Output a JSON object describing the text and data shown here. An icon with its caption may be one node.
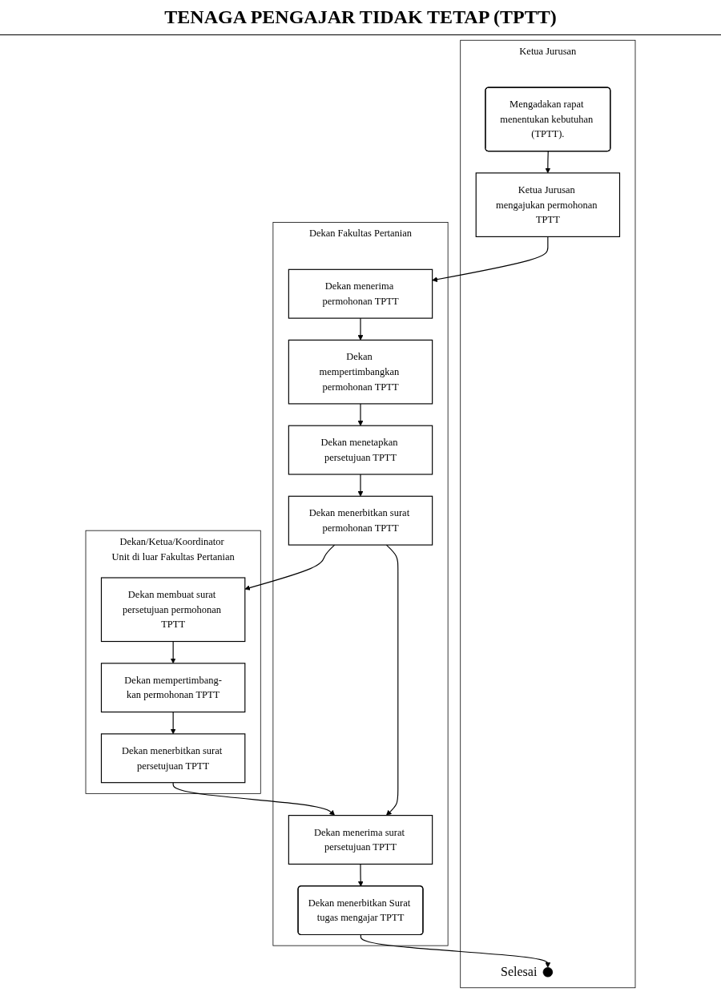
{
  "diagram": {
    "title": "TENAGA PENGAJAR TIDAK TETAP (TPTT)",
    "nodes": [
      {
        "text": [
          "Ketua Jurusan"
        ]
      },
      {
        "text": [
          "Dekan Fakultas Pertanian"
        ]
      },
      {
        "text": [
          "Dekan/Ketua/Koordinator Unit di luar Fakultas Pertanian"
        ]
      },
      {
        "text": [
          "Mengadakan rapat menentukan kebutuhan (TPTT)."
        ],
        "in": 0
      },
      {
        "text": [
          "Ketua Jurusan mengajukan permohonan TPTT"
        ],
        "in": 0
      },
      {
        "text": [
          "Dekan menerima permohonan TPTT"
        ],
        "in": 1
      },
      {
        "text": [
          "Dekan mempertimbangkan permohonan TPTT"
        ],
        "in": 1
      },
      {
        "text": [
          "Dekan menetapkan persetujuan TPTT"
        ],
        "in": 1
      },
      {
        "text": [
          "Dekan menerbitkan surat permohonan TPTT"
        ],
        "in": 1
      },
      {
        "text": [
          "Dekan membuat surat persetujuan permohonan TPTT"
        ],
        "in": 2
      },
      {
        "text": [
          "Dekan mempertimbang-kan permohonan TPTT"
        ],
        "in": 2
      },
      {
        "text": [
          "Dekan menerbitkan surat persetujuan TPTT"
        ],
        "in": 2
      },
      {
        "text": [
          "Dekan menerima surat persetujuan TPTT"
        ],
        "in": 1
      },
      {
        "text": [
          "Dekan menerbitkan Surat tugas mengajar TPTT"
        ],
        "in": 1
      },
      {
        "text": [],
        "shape": "circle",
        "beside": [
          "Selesai"
        ],
        "in": 0
      }
    ],
    "edges": [
      {
        "from": 3,
        "to": 4,
        "arrow": "to"
      },
      {
        "from": 4,
        "to": 5,
        "arrow": "to"
      },
      {
        "from": 5,
        "to": 6,
        "arrow": "to"
      },
      {
        "from": 6,
        "to": 7,
        "arrow": "to"
      },
      {
        "from": 7,
        "to": 8,
        "arrow": "to"
      },
      {
        "from": 8,
        "to": 9,
        "arrow": "to"
      },
      {
        "from": 9,
        "to": 10,
        "arrow": "to"
      },
      {
        "from": 10,
        "to": 11,
        "arrow": "to"
      },
      {
        "from": 11,
        "to": 12,
        "arrow": "to"
      },
      {
        "from": 8,
        "to": 12,
        "arrow": "to"
      },
      {
        "from": 12,
        "to": 13,
        "arrow": "to"
      },
      {
        "from": 13,
        "to": 14,
        "arrow": "to"
      }
    ]
  }
}
